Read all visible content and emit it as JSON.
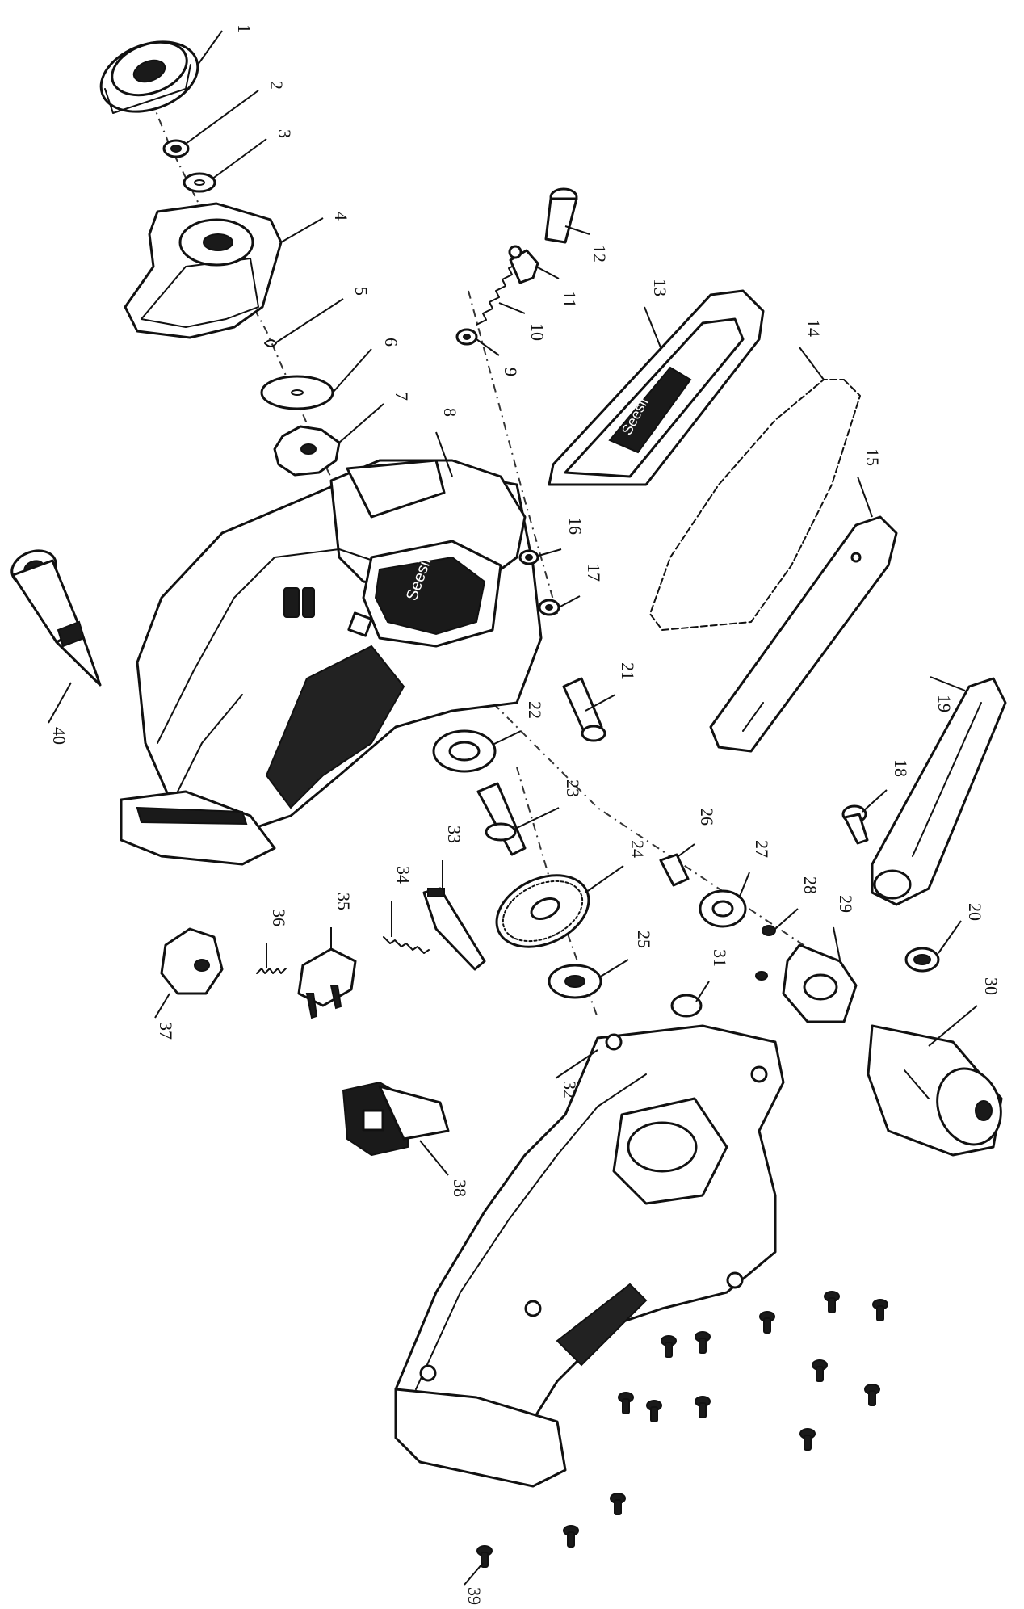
{
  "callouts": [
    {
      "num": "1"
    },
    {
      "num": "2"
    },
    {
      "num": "3"
    },
    {
      "num": "4"
    },
    {
      "num": "5"
    },
    {
      "num": "6"
    },
    {
      "num": "7"
    },
    {
      "num": "8"
    },
    {
      "num": "9"
    },
    {
      "num": "10"
    },
    {
      "num": "11"
    },
    {
      "num": "12"
    },
    {
      "num": "13"
    },
    {
      "num": "14"
    },
    {
      "num": "15"
    },
    {
      "num": "16"
    },
    {
      "num": "17"
    },
    {
      "num": "18"
    },
    {
      "num": "19"
    },
    {
      "num": "20"
    },
    {
      "num": "21"
    },
    {
      "num": "22"
    },
    {
      "num": "23"
    },
    {
      "num": "24"
    },
    {
      "num": "25"
    },
    {
      "num": "26"
    },
    {
      "num": "27"
    },
    {
      "num": "28"
    },
    {
      "num": "29"
    },
    {
      "num": "30"
    },
    {
      "num": "31"
    },
    {
      "num": "32"
    },
    {
      "num": "33"
    },
    {
      "num": "34"
    },
    {
      "num": "35"
    },
    {
      "num": "36"
    },
    {
      "num": "37"
    },
    {
      "num": "38"
    },
    {
      "num": "39"
    },
    {
      "num": "40"
    }
  ],
  "brand_mark": "Seesii"
}
